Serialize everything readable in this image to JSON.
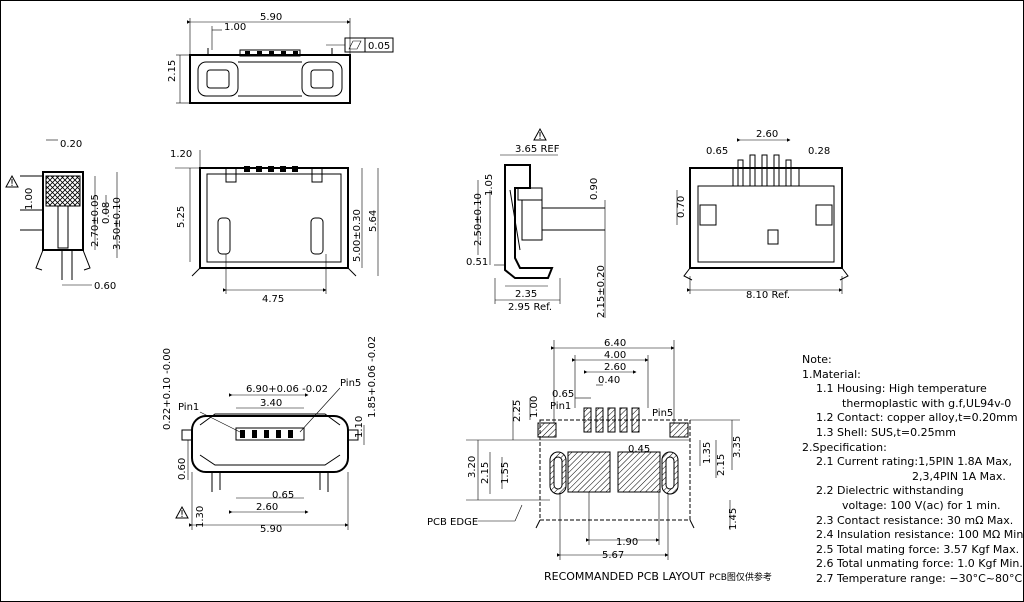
{
  "views": {
    "top": {
      "d_590": "5.90",
      "d_100": "1.00",
      "d_215": "2.15",
      "flatness": "0.05"
    },
    "side_left": {
      "d_020": "0.20",
      "d_100": "1.00",
      "d_270": "2.70±0.05",
      "d_008": "0.08",
      "d_350": "3.50±0.10",
      "d_060": "0.60"
    },
    "front": {
      "d_120": "1.20",
      "d_525": "5.25",
      "d_500": "5.00±0.30",
      "d_564": "5.64",
      "d_475": "4.75"
    },
    "section": {
      "d_365": "3.65 REF",
      "d_105": "1.05",
      "d_250": "2.50±0.10",
      "d_090": "0.90",
      "d_051": "0.51",
      "d_235": "2.35",
      "d_295": "2.95 Ref.",
      "d_215": "2.15±0.20"
    },
    "back": {
      "d_260": "2.60",
      "d_065": "0.65",
      "d_028": "0.28",
      "d_070": "0.70",
      "d_810": "8.10 Ref."
    },
    "bottom": {
      "d_022": "0.22+0.10 -0.00",
      "d_690": "6.90+0.06 -0.02",
      "d_340": "3.40",
      "pin1": "Pin1",
      "pin5": "Pin5",
      "d_110": "1.10",
      "d_185": "1.85+0.06 -0.02",
      "d_060": "0.60",
      "d_065": "0.65",
      "d_260": "2.60",
      "d_590": "5.90",
      "d_130": "1.30"
    },
    "pcb": {
      "d_640": "6.40",
      "d_400": "4.00",
      "d_260": "2.60",
      "d_040": "0.40",
      "d_065": "0.65",
      "pin1": "Pin1",
      "pin5": "Pin5",
      "d_225": "2.25",
      "d_100": "1.00",
      "d_045": "0.45",
      "d_135": "1.35",
      "d_215r": "2.15",
      "d_335": "3.35",
      "d_320": "3.20",
      "d_215": "2.15",
      "d_155": "1.55",
      "d_145": "1.45",
      "d_190": "1.90",
      "d_567": "5.67",
      "pcb_edge": "PCB EDGE"
    }
  },
  "notes": {
    "title": "Note:",
    "l1": "1.Material:",
    "l2": "1.1  Housing: High temperature",
    "l3": "thermoplastic with g.f,UL94v-0",
    "l4": "1.2  Contact: copper alloy,t=0.20mm",
    "l5": "1.3  Shell: SUS,t=0.25mm",
    "l6": "2.Specification:",
    "l7": "2.1  Current rating:1,5PIN 1.8A Max,",
    "l8": "2,3,4PIN 1A Max.",
    "l9": "2.2  Dielectric withstanding",
    "l10": "voltage: 100 V(ac) for 1 min.",
    "l11": "2.3  Contact resistance: 30 mΩ Max.",
    "l12": "2.4  Insulation resistance: 100 MΩ Min.",
    "l13": "2.5  Total mating force: 3.57 Kgf Max.",
    "l14": "2.6  Total unmating force: 1.0 Kgf Min.",
    "l15": "2.7  Temperature range: −30°C~80°C"
  },
  "caption": {
    "en": "RECOMMANDED PCB LAYOUT",
    "cn": "PCB图仅供参考"
  }
}
